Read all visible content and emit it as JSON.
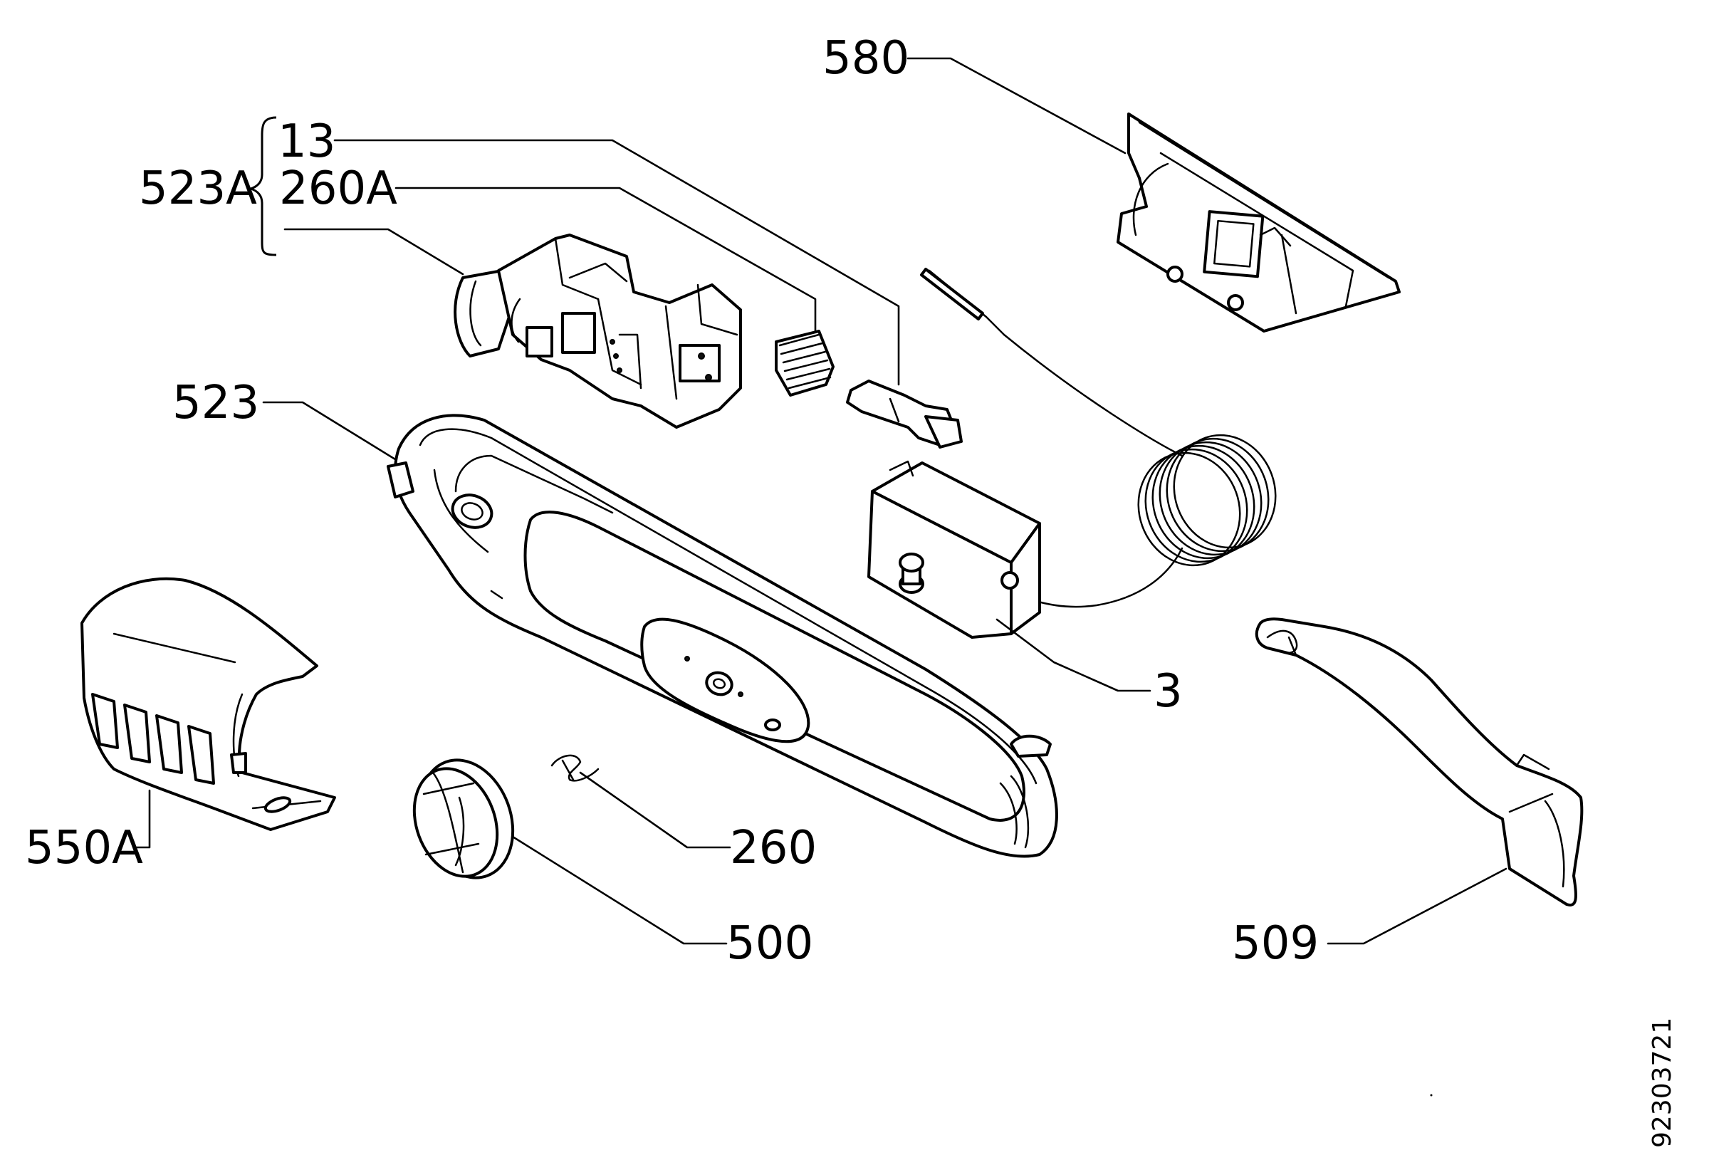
{
  "callouts": {
    "c580": "580",
    "c13": "13",
    "c523A": "523A",
    "c260A": "260A",
    "c523": "523",
    "c3": "3",
    "c550A": "550A",
    "c260": "260",
    "c500": "500",
    "c509": "509"
  },
  "document_number": "92303721"
}
